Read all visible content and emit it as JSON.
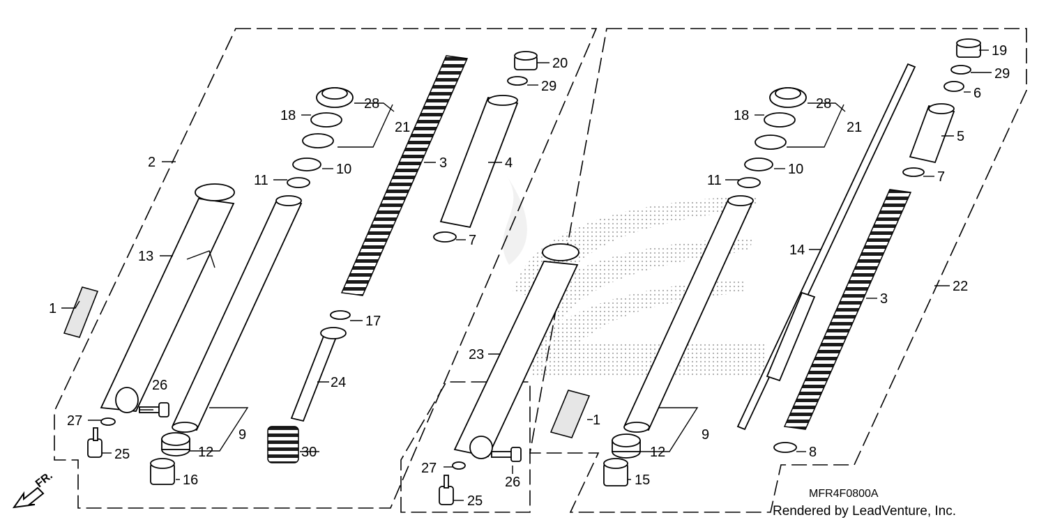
{
  "diagram_code": "MFR4F0800A",
  "credit": "Rendered by LeadVenture, Inc.",
  "direction_label": "FR.",
  "part_labels": {
    "p1a": "1",
    "p2": "2",
    "p3a": "3",
    "p4": "4",
    "p7a": "7",
    "p9a": "9",
    "p10a": "10",
    "p11a": "11",
    "p12a": "12",
    "p13": "13",
    "p16": "16",
    "p17": "17",
    "p18a": "18",
    "p20": "20",
    "p21a": "21",
    "p24": "24",
    "p25a": "25",
    "p26a": "26",
    "p27a": "27",
    "p28a": "28",
    "p29a": "29",
    "p30": "30",
    "p1b": "1",
    "p23": "23",
    "p25b": "25",
    "p26b": "26",
    "p27b": "27",
    "p19": "19",
    "p29b": "29",
    "p6": "6",
    "p5": "5",
    "p7b": "7",
    "p28b": "28",
    "p18b": "18",
    "p21b": "21",
    "p10b": "10",
    "p11b": "11",
    "p14": "14",
    "p22": "22",
    "p3b": "3",
    "p9b": "9",
    "p12b": "12",
    "p15": "15",
    "p8": "8"
  }
}
